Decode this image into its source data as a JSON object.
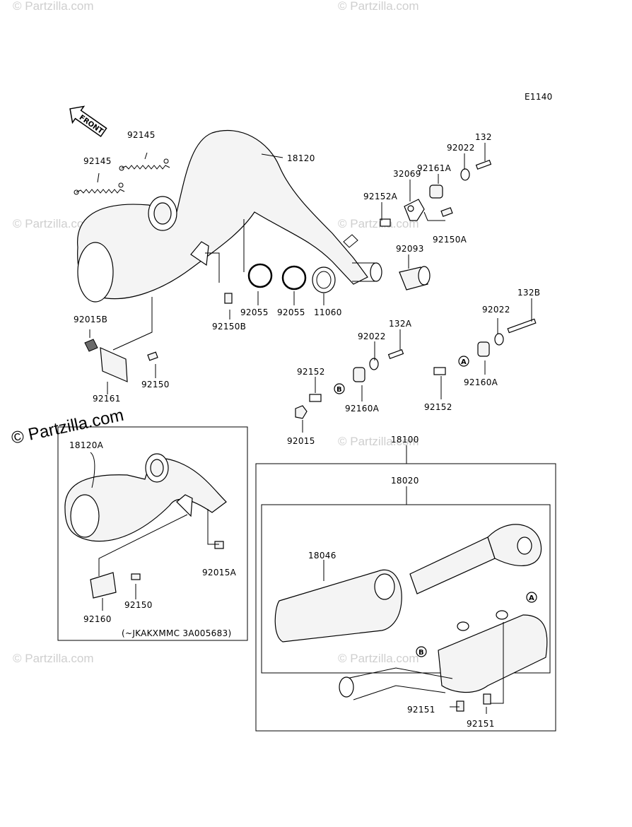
{
  "diagram": {
    "code": "E1140",
    "front_label": "FRONT",
    "watermark": "© Partzilla.com",
    "watermark_main": "© Partzilla.com",
    "inset_note": "(~JKAKXMMC 3A005683)",
    "callouts": [
      "A",
      "B",
      "A",
      "B"
    ],
    "labels": {
      "p92145a": "92145",
      "p92145b": "92145",
      "p18120": "18120",
      "p132": "132",
      "p92022a": "92022",
      "p92161A": "92161A",
      "p32069": "32069",
      "p92152A": "92152A",
      "p92150A": "92150A",
      "p92093": "92093",
      "p92055a": "92055",
      "p92055b": "92055",
      "p11060": "11060",
      "p92150B": "92150B",
      "p92015B": "92015B",
      "p92150": "92150",
      "p92161": "92161",
      "p132B": "132B",
      "p92022b": "92022",
      "p92160A_r": "92160A",
      "p92152_r": "92152",
      "p132A": "132A",
      "p92022c": "92022",
      "p92152_l": "92152",
      "p92160A_l": "92160A",
      "p92015": "92015",
      "p18100": "18100",
      "p18020": "18020",
      "p18046": "18046",
      "p18120A": "18120A",
      "p92015A": "92015A",
      "p92150_i": "92150",
      "p92160": "92160",
      "p92151a": "92151",
      "p92151b": "92151"
    }
  }
}
